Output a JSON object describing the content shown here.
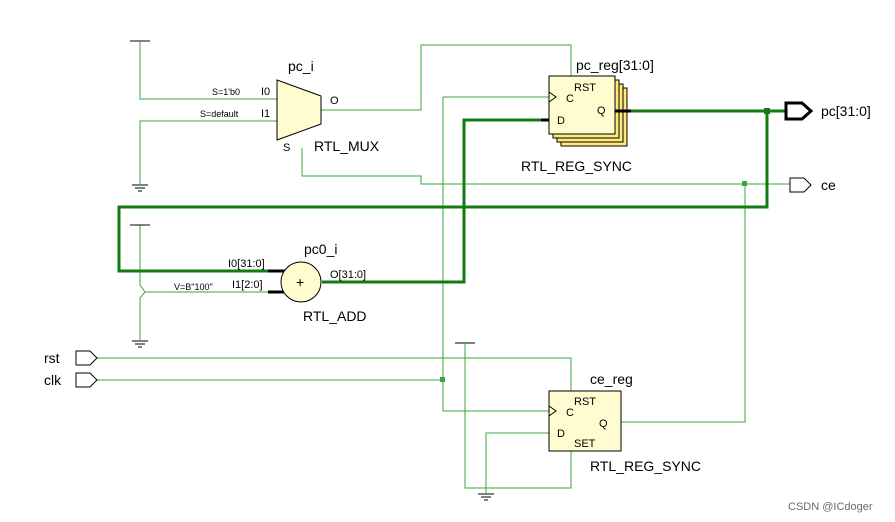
{
  "watermark": "CSDN @ICdoger",
  "mux": {
    "name": "pc_i",
    "type": "RTL_MUX",
    "in0_pin": "I0",
    "in1_pin": "I1",
    "out_pin": "O",
    "sel_pin": "S",
    "in0_const": "S=1'b0",
    "in1_const": "S=default"
  },
  "reg_pc": {
    "name": "pc_reg[31:0]",
    "type": "RTL_REG_SYNC",
    "rst_pin": "RST",
    "clk_pin": "C",
    "d_pin": "D",
    "q_pin": "Q"
  },
  "adder": {
    "name": "pc0_i",
    "type": "RTL_ADD",
    "symbol": "+",
    "in0_pin": "I0[31:0]",
    "in1_pin": "I1[2:0]",
    "out_pin": "O[31:0]",
    "in1_const": "V=B\"100\""
  },
  "reg_ce": {
    "name": "ce_reg",
    "type": "RTL_REG_SYNC",
    "rst_pin": "RST",
    "clk_pin": "C",
    "d_pin": "D",
    "q_pin": "Q",
    "set_pin": "SET"
  },
  "ports": {
    "out_pc": "pc[31:0]",
    "out_ce": "ce",
    "in_rst": "rst",
    "in_clk": "clk"
  },
  "colors": {
    "wire": "#3aa63a",
    "bus": "#147a14",
    "block_fill": "#fffdd0",
    "stack_fill": "#ffe97a"
  }
}
